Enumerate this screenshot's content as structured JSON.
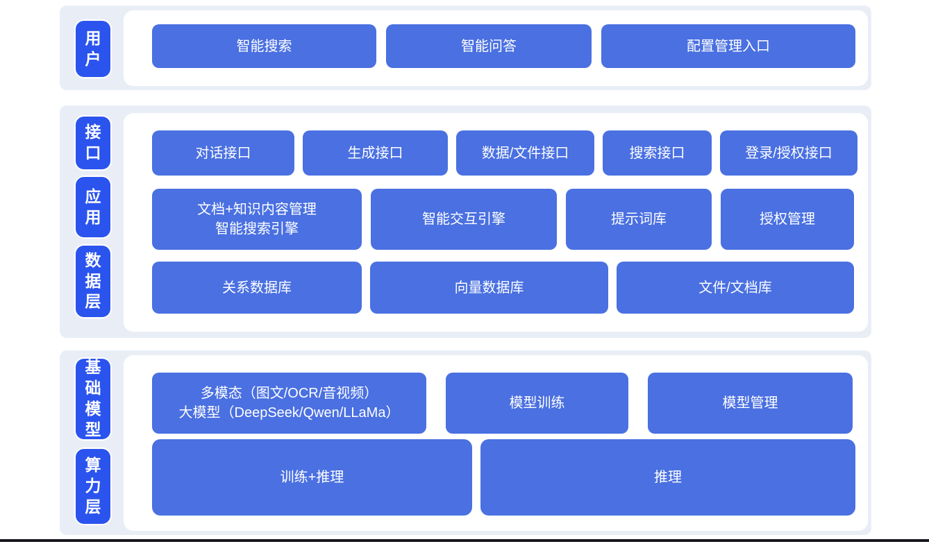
{
  "colors": {
    "page_bg": "#ffffff",
    "panel_bg": "#e9eef6",
    "layer_pill_bg": "#2b54ee",
    "node_bg": "#4a70e1",
    "text_on_blue": "#ffffff",
    "bottom_bar": "#16161f"
  },
  "groups": [
    {
      "id": "user-layer",
      "side_labels": [
        {
          "label": "用户"
        }
      ],
      "rows": [
        {
          "buttons": [
            {
              "label": "智能搜索"
            },
            {
              "label": "智能问答"
            },
            {
              "label": "配置管理入口"
            }
          ]
        }
      ]
    },
    {
      "id": "middle-layer",
      "side_labels": [
        {
          "label": "接口"
        },
        {
          "label": "应用"
        },
        {
          "label": "数据层"
        }
      ],
      "rows": [
        {
          "buttons": [
            {
              "label": "对话接口"
            },
            {
              "label": "生成接口"
            },
            {
              "label": "数据/文件接口"
            },
            {
              "label": "搜索接口"
            },
            {
              "label": "登录/授权接口"
            }
          ]
        },
        {
          "buttons": [
            {
              "label": "文档+知识内容管理\n智能搜索引擎"
            },
            {
              "label": "智能交互引擎"
            },
            {
              "label": "提示词库"
            },
            {
              "label": "授权管理"
            }
          ]
        },
        {
          "buttons": [
            {
              "label": "关系数据库"
            },
            {
              "label": "向量数据库"
            },
            {
              "label": "文件/文档库"
            }
          ]
        }
      ]
    },
    {
      "id": "foundation-layer",
      "side_labels": [
        {
          "label": "基础模型"
        },
        {
          "label": "算力层"
        }
      ],
      "rows": [
        {
          "buttons": [
            {
              "label": "多模态（图文/OCR/音视频）\n大模型（DeepSeek/Qwen/LLaMa）"
            },
            {
              "label": "模型训练"
            },
            {
              "label": "模型管理"
            }
          ]
        },
        {
          "buttons": [
            {
              "label": "训练+推理"
            },
            {
              "label": "推理"
            }
          ]
        }
      ]
    }
  ]
}
